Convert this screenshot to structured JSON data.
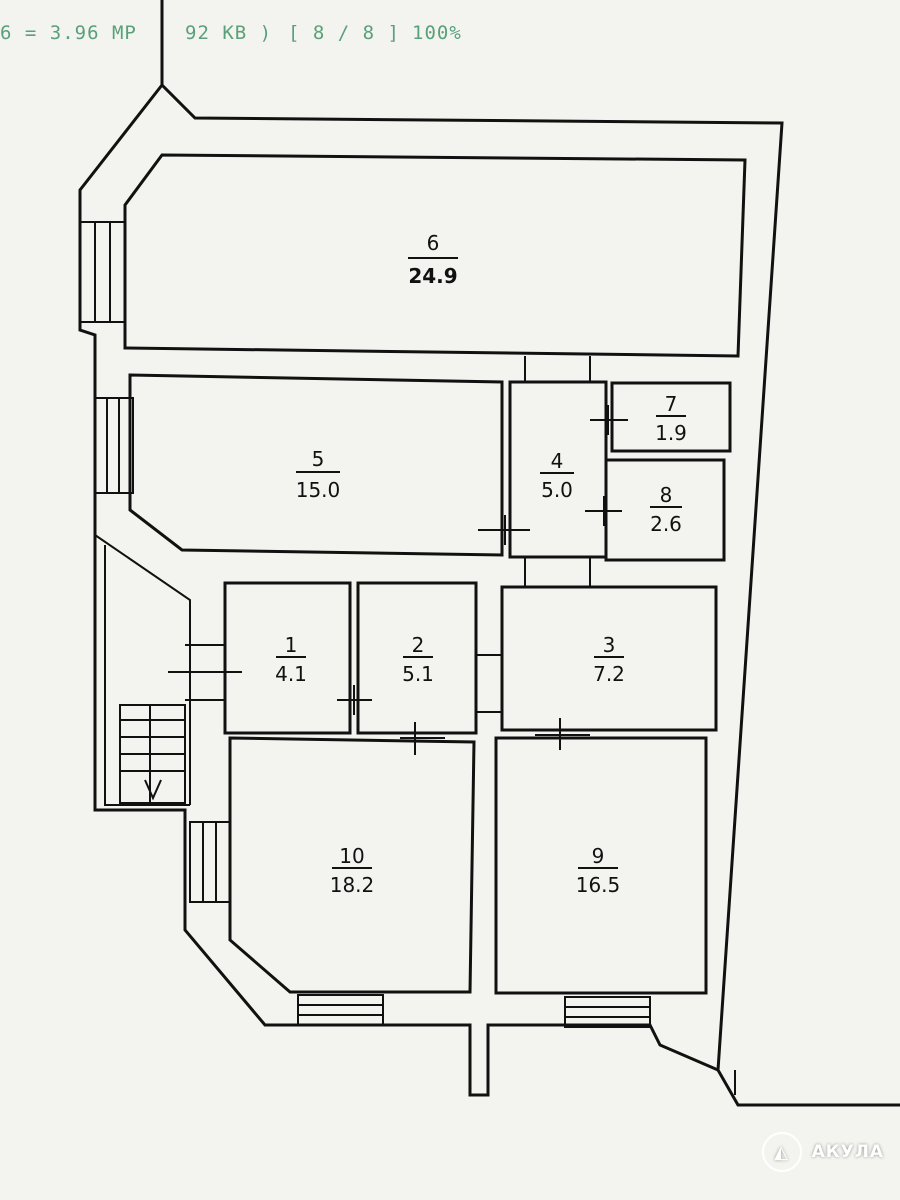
{
  "status_bar": {
    "resolution": "6 = 3.96 MP",
    "filesize": "92 KB )",
    "counter": "[ 8 / 8 ]",
    "zoom": "100%"
  },
  "rooms": [
    {
      "id": "room-1",
      "number": "1",
      "area": "4.1"
    },
    {
      "id": "room-2",
      "number": "2",
      "area": "5.1"
    },
    {
      "id": "room-3",
      "number": "3",
      "area": "7.2"
    },
    {
      "id": "room-4",
      "number": "4",
      "area": "5.0"
    },
    {
      "id": "room-5",
      "number": "5",
      "area": "15.0"
    },
    {
      "id": "room-6",
      "number": "6",
      "area": "24.9"
    },
    {
      "id": "room-7",
      "number": "7",
      "area": "1.9"
    },
    {
      "id": "room-8",
      "number": "8",
      "area": "2.6"
    },
    {
      "id": "room-9",
      "number": "9",
      "area": "16.5"
    },
    {
      "id": "room-10",
      "number": "10",
      "area": "18.2"
    }
  ],
  "watermark": {
    "text": "АКУЛА",
    "icon": "shark-icon"
  },
  "colors": {
    "background": "#f3f4ef",
    "ink": "#111111",
    "status_text": "#5aa07a"
  }
}
